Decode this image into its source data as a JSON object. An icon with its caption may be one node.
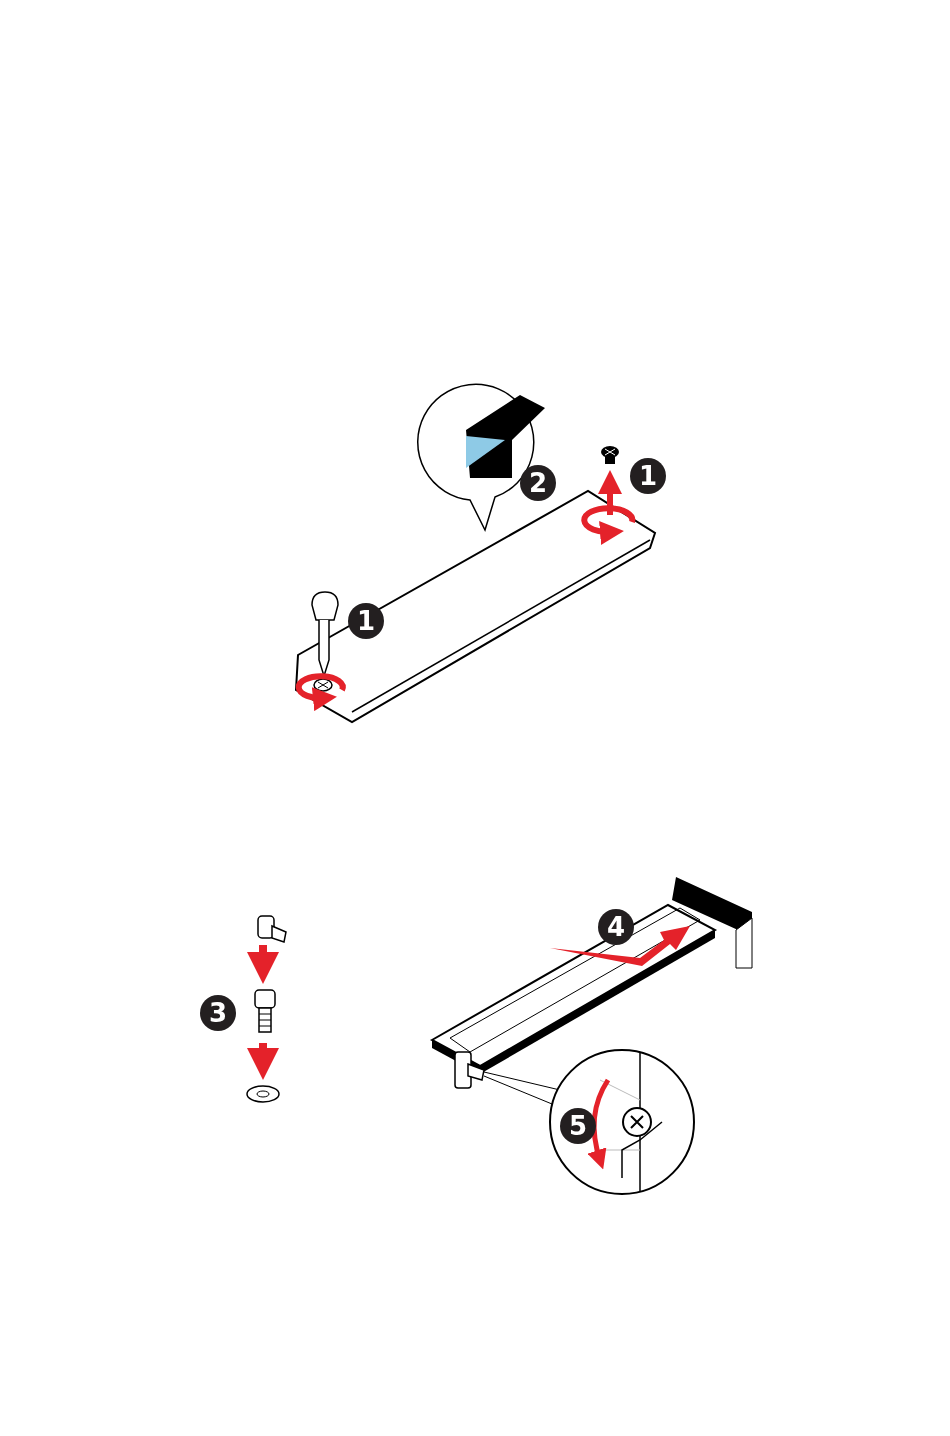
{
  "diagram": {
    "labels": [
      "1",
      "2",
      "1",
      "4",
      "3",
      "5"
    ]
  }
}
